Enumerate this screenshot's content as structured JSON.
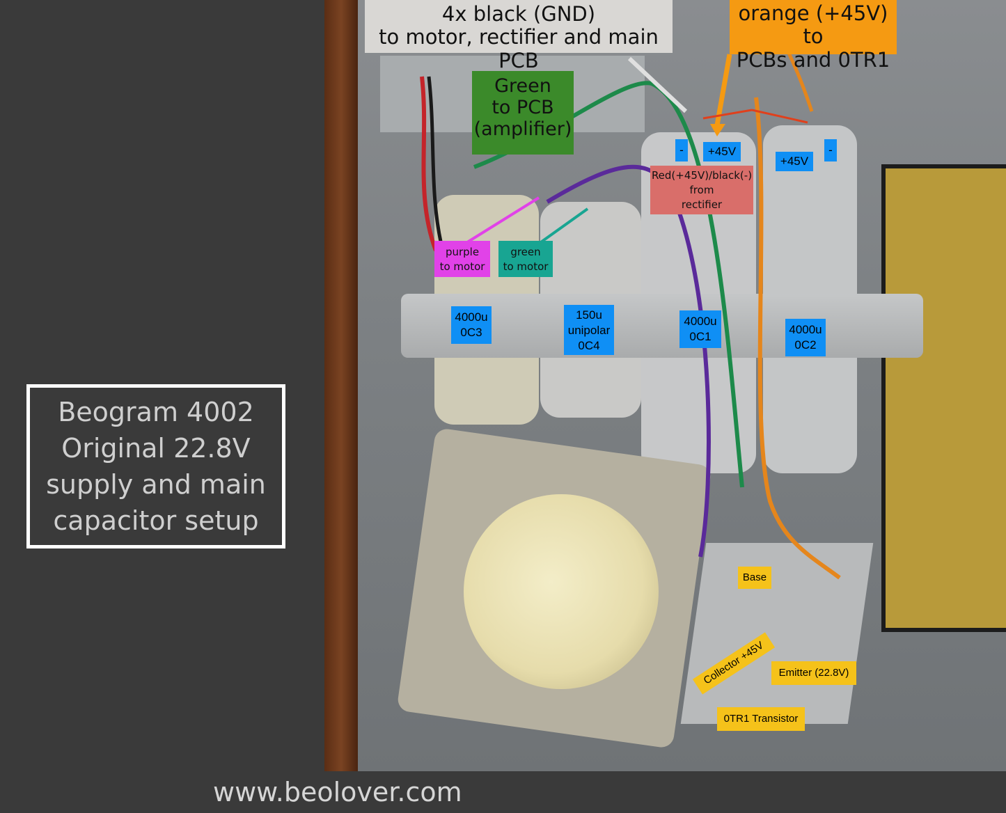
{
  "title_box": {
    "lines": [
      "Beogram 4002",
      "Original 22.8V",
      "supply and main",
      "capacitor setup"
    ]
  },
  "footer": {
    "url": "www.beolover.com"
  },
  "callouts": {
    "gnd": {
      "line1": "4x black (GND)",
      "line2": "to motor, rectifier and main PCB"
    },
    "orange": {
      "line1": "orange (+45V) to",
      "line2": "PCBs and 0TR1"
    },
    "green_pcb": {
      "line1": "Green",
      "line2": "to PCB",
      "line3": "(amplifier)"
    },
    "rectifier": {
      "line1": "Red(+45V)/black(-)",
      "line2": "from",
      "line3": "rectifier"
    },
    "purple_motor": {
      "line1": "purple",
      "line2": "to motor"
    },
    "green_motor": {
      "line1": "green",
      "line2": "to motor"
    }
  },
  "terminals": {
    "minus_1": "-",
    "plus45_1": "+45V",
    "plus45_2": "+45V",
    "minus_2": "-"
  },
  "capacitors": [
    {
      "line1": "4000u",
      "line2": "0C3"
    },
    {
      "line1": "150u",
      "line2": "unipolar",
      "line3": "0C4"
    },
    {
      "line1": "4000u",
      "line2": "0C1"
    },
    {
      "line1": "4000u",
      "line2": "0C2"
    }
  ],
  "transistor_labels": {
    "base": "Base",
    "collector": "Collector +45V",
    "emitter": "Emitter (22.8V)",
    "name": "0TR1 Transistor"
  },
  "colors": {
    "background": "#3a3a3a",
    "gnd_label_bg": "#d9d7d4",
    "orange_label_bg": "#f59a12",
    "green_label_bg": "#3b8a2a",
    "rectifier_label_bg": "#d96e6a",
    "purple_label_bg": "#e142e8",
    "green_motor_bg": "#18a592",
    "cap_label_bg": "#0f8ff5",
    "transistor_label_bg": "#f5c21a"
  }
}
